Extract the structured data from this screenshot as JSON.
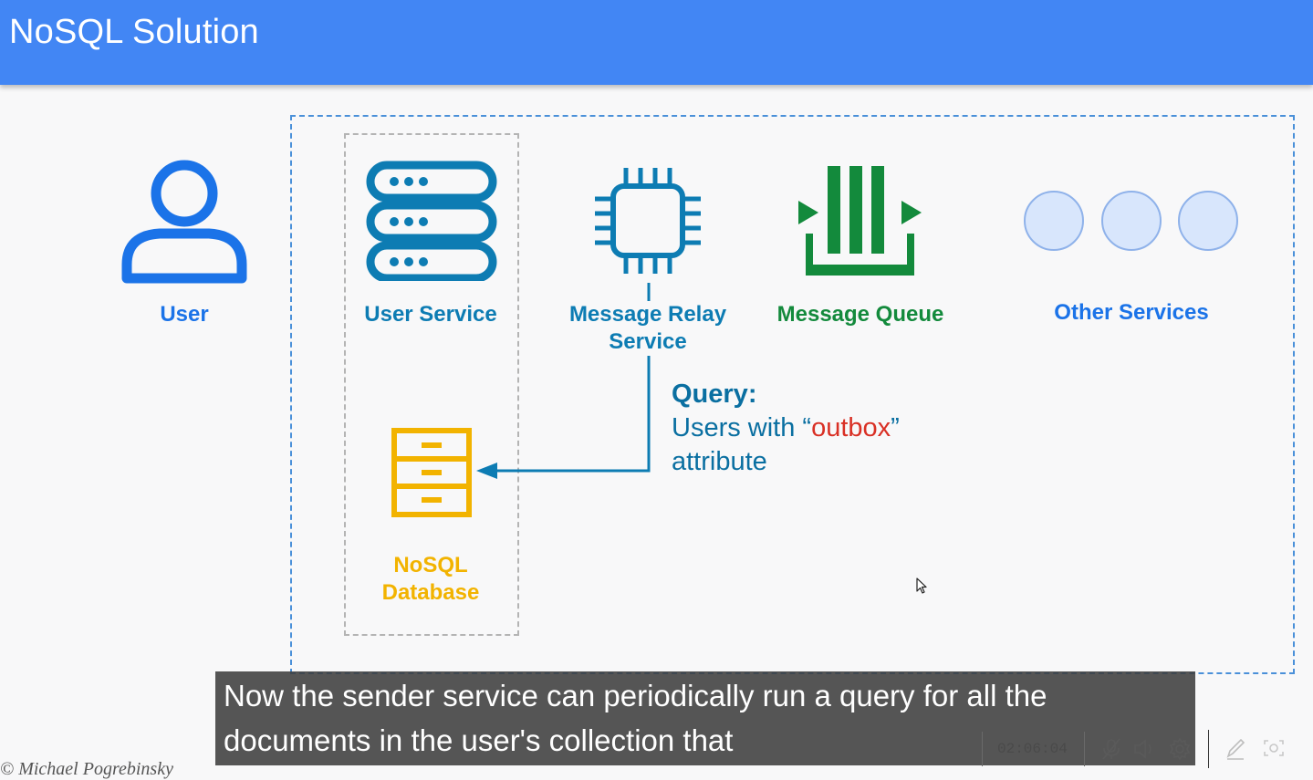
{
  "slide": {
    "title": "NoSQL Solution"
  },
  "diagram": {
    "user_label": "User",
    "user_service_label": "User Service",
    "relay_label_line1": "Message Relay",
    "relay_label_line2": "Service",
    "queue_label": "Message Queue",
    "other_services_label": "Other Services",
    "database_label_line1": "NoSQL",
    "database_label_line2": "Database",
    "query_heading": "Query:",
    "query_line1_prefix": "Users with “",
    "query_line1_highlight": "outbox",
    "query_line1_suffix": "”",
    "query_line2": "attribute"
  },
  "caption": {
    "line1": "Now the sender service can periodically run a query for all the",
    "line2": "documents in the user's collection that"
  },
  "player": {
    "timestamp": "02:06:04"
  },
  "watermark": "© Michael Pogrebinsky",
  "colors": {
    "header": "#4286f4",
    "user": "#1b73e8",
    "service": "#0d7cb3",
    "queue": "#138a3c",
    "database": "#f2b300",
    "highlight": "#d93025"
  }
}
